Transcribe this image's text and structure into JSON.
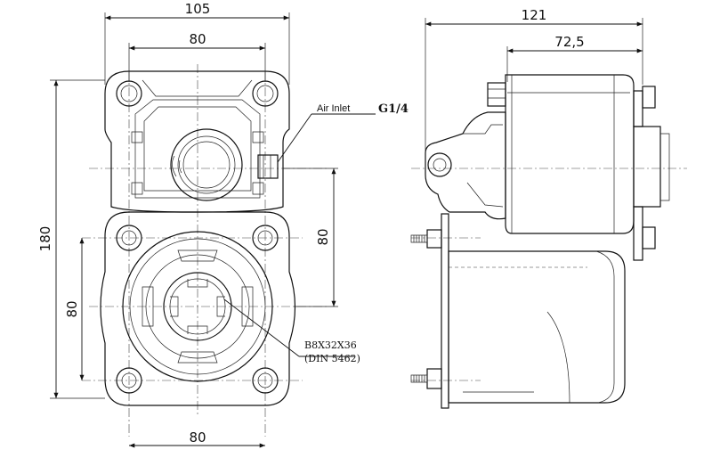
{
  "dimensions": {
    "top_width_overall": "105",
    "top_bolt_spacing": "80",
    "height_overall": "180",
    "vertical_center_spacing": "80",
    "lower_bolt_vertical": "80",
    "bottom_bolt_spacing": "80",
    "side_overall": "121",
    "side_body": "72,5"
  },
  "labels": {
    "air_inlet": "Air Inlet",
    "thread": "G1/4",
    "spline_line1": "B8X32X36",
    "spline_line2": "(DIN 5462)"
  }
}
